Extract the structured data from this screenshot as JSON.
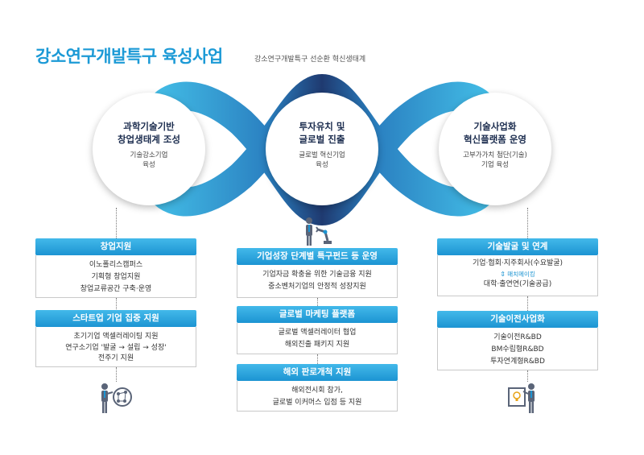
{
  "header": {
    "title": "강소연구개발특구  육성사업",
    "subtitle": "강소연구개발특구  선순환  혁신생태계"
  },
  "colors": {
    "accent": "#1c9ad6",
    "dark_navy": "#1c2d4f",
    "loop_dark": "#1f3a70",
    "loop_light": "#44c0e8"
  },
  "circles": [
    {
      "title": "과학기술기반\n창업생태계 조성",
      "sub": "기술강소기업\n육성"
    },
    {
      "title": "투자유치 및\n글로벌 진출",
      "sub": "글로벌 혁신기업\n육성"
    },
    {
      "title": "기술사업화\n혁신플랫폼 운영",
      "sub": "고부가가치 첨단(기술)\n기업 육성"
    }
  ],
  "left": {
    "sections": [
      {
        "header": "창업지원",
        "items": [
          "이노폴리스캠퍼스",
          "기획형 창업지원",
          "창업교류공간 구축·운영"
        ]
      },
      {
        "header": "스타트업 기업 집중 지원",
        "items": [
          "초기기업 액셀러레이팅 지원",
          "연구소기업 '발굴 → 설립 → 성장'\n전주기 지원"
        ]
      }
    ],
    "icon": "globe-person-icon"
  },
  "center": {
    "sections": [
      {
        "header": "기업성장 단계별 특구펀드 등 운영",
        "items": [
          "기업자금 확충을 위한 기술금융 지원",
          "중소벤처기업의 안정적 성장지원"
        ]
      },
      {
        "header": "글로벌 마케팅 플랫폼",
        "items": [
          "글로벌 액셀러레이터 협업",
          "해외진출 패키지 지원"
        ]
      },
      {
        "header": "해외 판로개척 지원",
        "items": [
          "해외전시회 참가,\n글로벌 이커머스 입점 등 지원"
        ]
      }
    ],
    "icon": "robot-arm-person-icon"
  },
  "right": {
    "sections": [
      {
        "header": "기술발굴 및 연계",
        "items": [
          "기업·협회·지주회사(수요발굴)",
          "대학·출연연(기술공급)"
        ],
        "matching": "매치메이킹"
      },
      {
        "header": "기술이전사업화",
        "items": [
          "기술이전R&BD",
          "BM수립형R&BD",
          "투자연계형R&BD"
        ]
      }
    ],
    "icon": "idea-board-person-icon"
  }
}
